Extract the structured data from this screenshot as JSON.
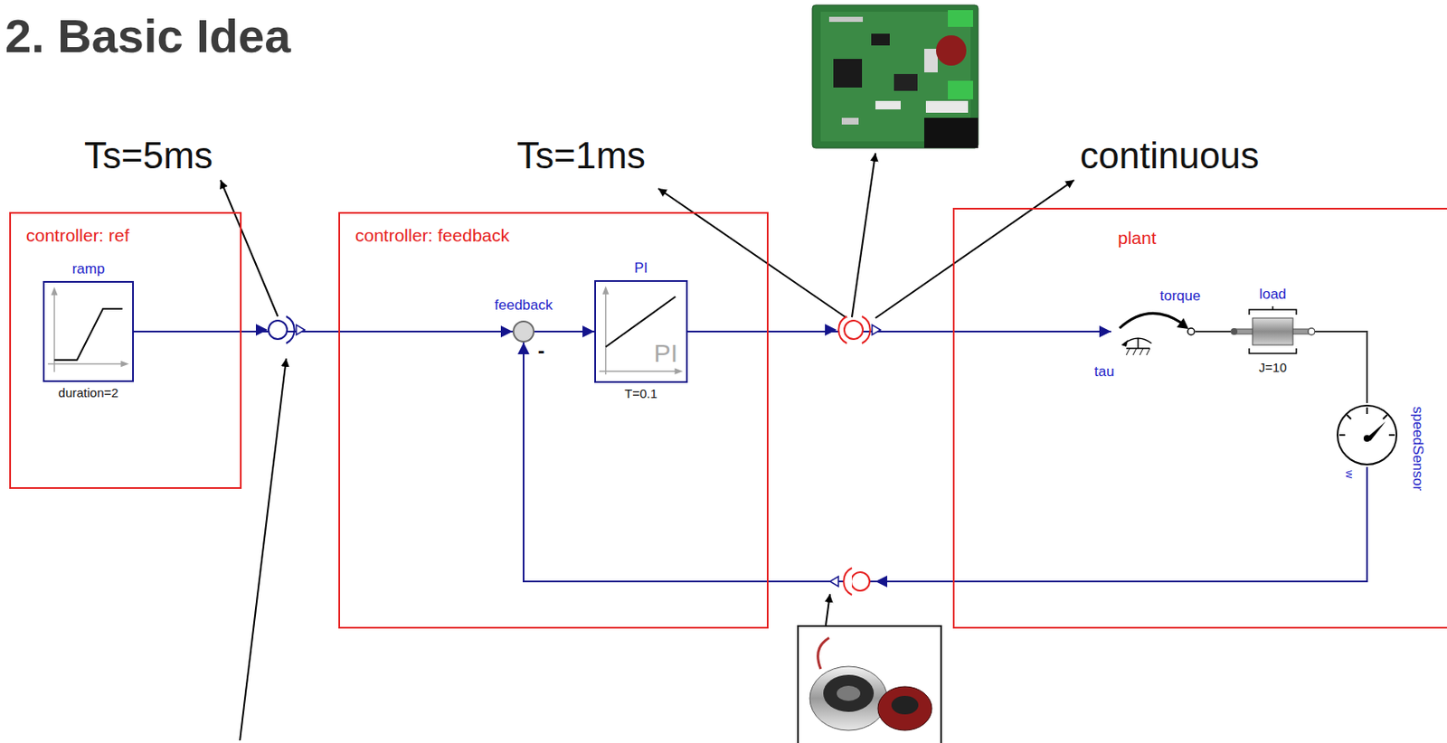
{
  "diagram": {
    "title": "2. Basic Idea",
    "nodes": [
      {
        "text": [
          "controller: ref"
        ]
      },
      {
        "text": [
          "ramp",
          "duration=2"
        ],
        "in": 0
      },
      {
        "text": [
          "controller: feedback"
        ]
      },
      {
        "text": [
          "feedback",
          "-"
        ],
        "in": 2
      },
      {
        "text": [
          "PI",
          "PI",
          "T=0.1"
        ],
        "in": 2
      },
      {
        "text": [
          "plant"
        ]
      },
      {
        "text": [
          "torque",
          "tau"
        ],
        "in": 5
      },
      {
        "text": [
          "load",
          "J=10"
        ],
        "in": 5
      },
      {
        "text": [
          "speedSensor",
          "w"
        ],
        "in": 5
      }
    ],
    "edges": [
      {
        "from": 1,
        "to": 3,
        "arrow": "to"
      },
      {
        "from": 3,
        "to": 4,
        "arrow": "to"
      },
      {
        "from": 4,
        "to": 6,
        "arrow": "to"
      },
      {
        "from": 6,
        "to": 7,
        "arrow": "none"
      },
      {
        "from": 7,
        "to": 8,
        "arrow": "none"
      },
      {
        "from": 8,
        "to": 3,
        "arrow": "to"
      }
    ],
    "labels": [
      "Ts=5ms",
      "Ts=1ms",
      "continuous"
    ]
  }
}
